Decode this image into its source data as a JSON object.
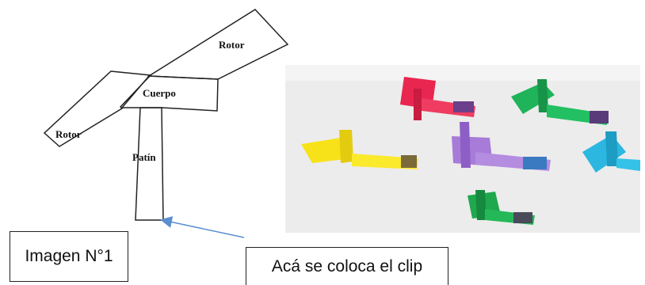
{
  "template_labels": {
    "rotor_top": "Rotor",
    "cuerpo": "Cuerpo",
    "rotor_left": "Rotor",
    "patin": "Patín"
  },
  "caption": "Imagen N°1",
  "clip_note": "Acá se coloca el clip",
  "colors": {
    "arrow": "#5b8fd0",
    "outline": "#222222",
    "photo_background": "#ececec",
    "helicopters": [
      "#e8264f",
      "#1fb35a",
      "#f7e21a",
      "#a77bd8",
      "#2bb7e0",
      "#1fa84e"
    ]
  }
}
